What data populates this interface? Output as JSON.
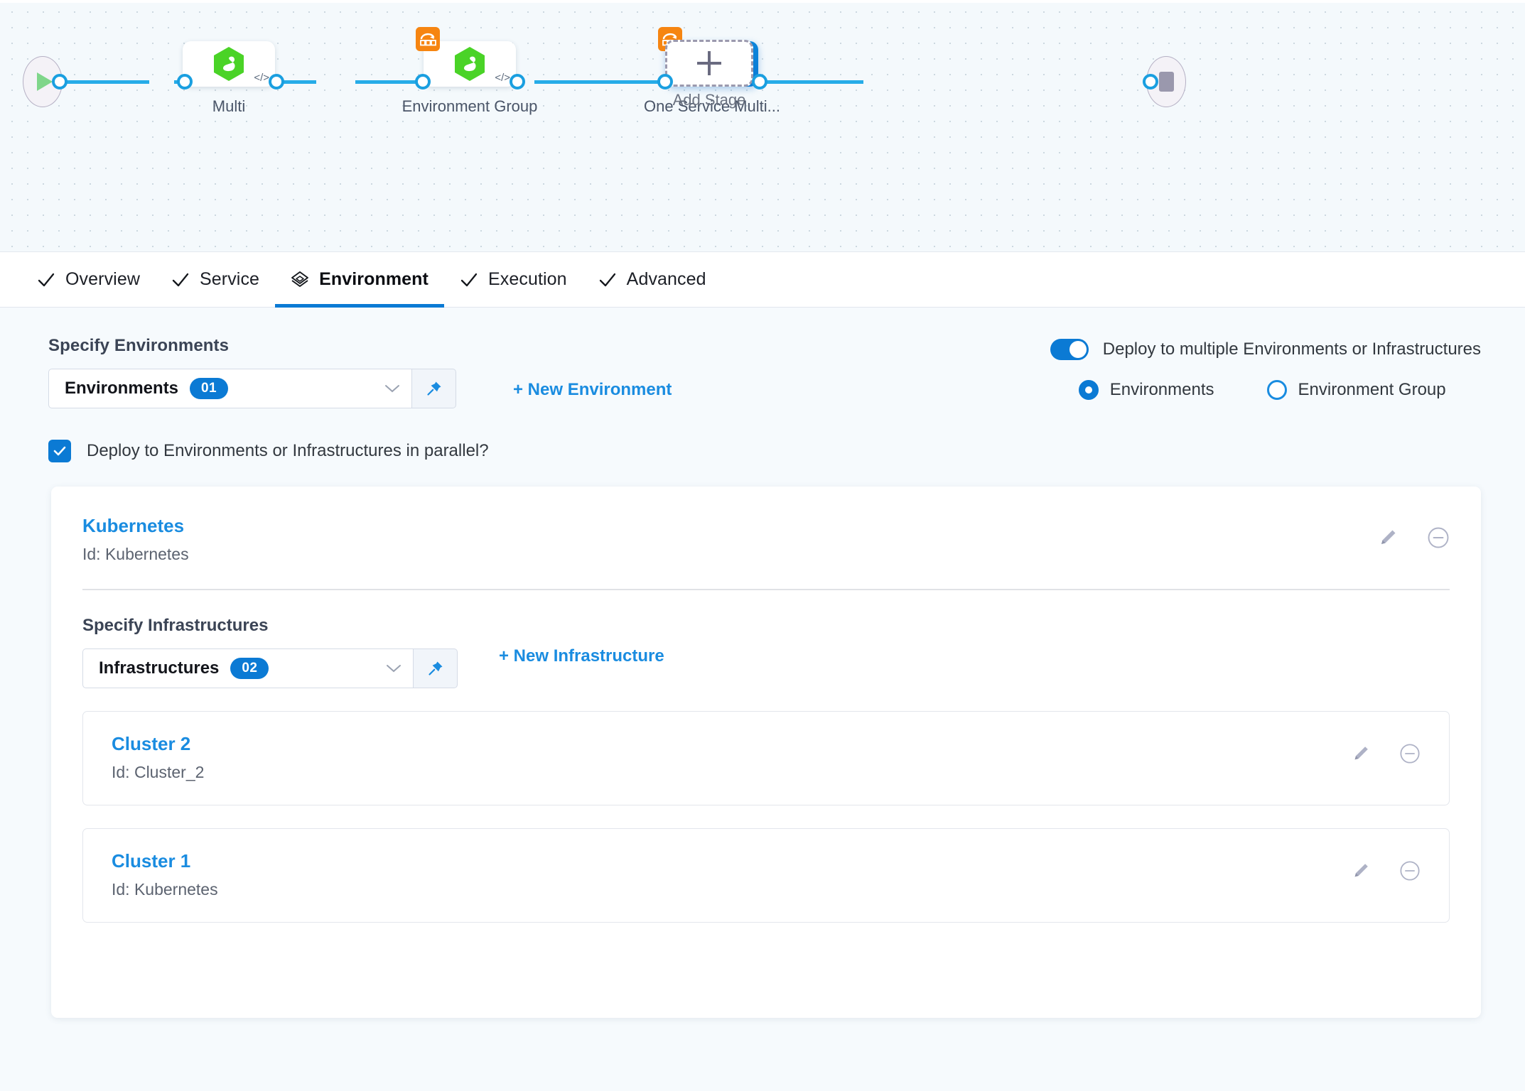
{
  "pipeline": {
    "start_icon": "play-icon",
    "end_icon": "stop-icon",
    "nodes": [
      {
        "label": "Multi",
        "icon": "harness-hexagon-icon",
        "badge": null,
        "selected": false,
        "code_glyph": "</>"
      },
      {
        "label": "Environment Group",
        "icon": "harness-hexagon-icon",
        "badge": "rollout-strategy-icon",
        "selected": false,
        "code_glyph": "</>"
      },
      {
        "label": "One Service Multi...",
        "icon": "harness-hexagon-icon",
        "badge": "rollout-strategy-icon",
        "selected": true,
        "code_glyph": "</>"
      }
    ],
    "add_stage": {
      "label": "Add Stage",
      "icon": "plus-icon"
    }
  },
  "tabs": [
    {
      "label": "Overview",
      "icon": "check-icon",
      "active": false
    },
    {
      "label": "Service",
      "icon": "check-icon",
      "active": false
    },
    {
      "label": "Environment",
      "icon": "layers-diamond-icon",
      "active": true
    },
    {
      "label": "Execution",
      "icon": "check-icon",
      "active": false
    },
    {
      "label": "Advanced",
      "icon": "check-icon",
      "active": false
    }
  ],
  "environments_section": {
    "label": "Specify Environments",
    "select": {
      "text": "Environments",
      "count": "01",
      "chevron_icon": "chevron-down-icon"
    },
    "pin_icon": "pin-icon",
    "new_link": "+ New Environment"
  },
  "multi_deploy": {
    "toggle_label": "Deploy to multiple Environments or Infrastructures",
    "toggle_on": true,
    "options": [
      {
        "label": "Environments",
        "selected": true
      },
      {
        "label": "Environment Group",
        "selected": false
      }
    ]
  },
  "parallel_checkbox": {
    "label": "Deploy to Environments or Infrastructures in parallel?",
    "checked": true,
    "icon": "checkmark-icon"
  },
  "environment_card": {
    "name": "Kubernetes",
    "id_text": "Id: Kubernetes",
    "edit_icon": "pencil-icon",
    "remove_icon": "minus-circle-icon",
    "infrastructures_section": {
      "label": "Specify Infrastructures",
      "select": {
        "text": "Infrastructures",
        "count": "02",
        "chevron_icon": "chevron-down-icon"
      },
      "pin_icon": "pin-icon",
      "new_link": "+ New Infrastructure"
    },
    "infrastructures": [
      {
        "name": "Cluster 2",
        "id_text": "Id: Cluster_2",
        "edit_icon": "pencil-icon",
        "remove_icon": "minus-circle-icon"
      },
      {
        "name": "Cluster 1",
        "id_text": "Id: Kubernetes",
        "edit_icon": "pencil-icon",
        "remove_icon": "minus-circle-icon"
      }
    ]
  },
  "colors": {
    "accent_blue": "#0b7ad4",
    "link_blue": "#1a8ce0",
    "wire_blue": "#26ace8",
    "harness_green": "#4ad327",
    "badge_orange": "#f68511",
    "page_bg": "#f6fafd"
  }
}
